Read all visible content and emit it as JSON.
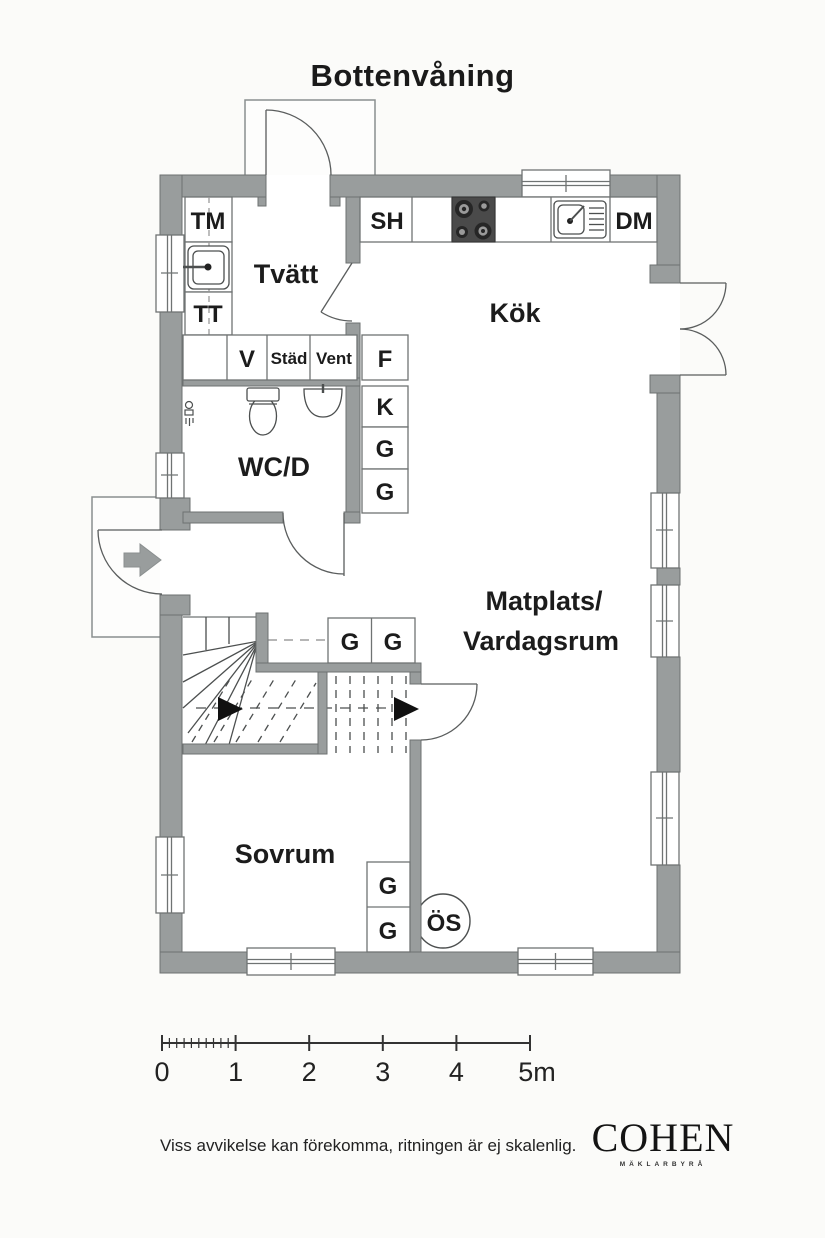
{
  "title": "Bottenvåning",
  "plan": {
    "rooms": {
      "tvatt": "Tvätt",
      "kok": "Kök",
      "wcd": "WC/D",
      "living_line1": "Matplats/",
      "living_line2": "Vardagsrum",
      "sovrum": "Sovrum"
    },
    "labels": {
      "tm": "TM",
      "tt": "TT",
      "v": "V",
      "stad": "Städ",
      "vent": "Vent",
      "f": "F",
      "k": "K",
      "g": "G",
      "sh": "SH",
      "dm": "DM",
      "os": "ÖS"
    }
  },
  "scale_bar": {
    "labels": [
      "0",
      "1",
      "2",
      "3",
      "4",
      "5m"
    ]
  },
  "footer": {
    "disclaimer": "Viss avvikelse kan förekomma, ritningen är ej skalenlig.",
    "brand": "COHEN",
    "brand_subtitle": "MÄKLARBYRÅ"
  },
  "colors": {
    "wall": "#999d9d",
    "line": "#4c4f4f",
    "text": "#1c1c1c",
    "background": "#fbfbf9"
  }
}
